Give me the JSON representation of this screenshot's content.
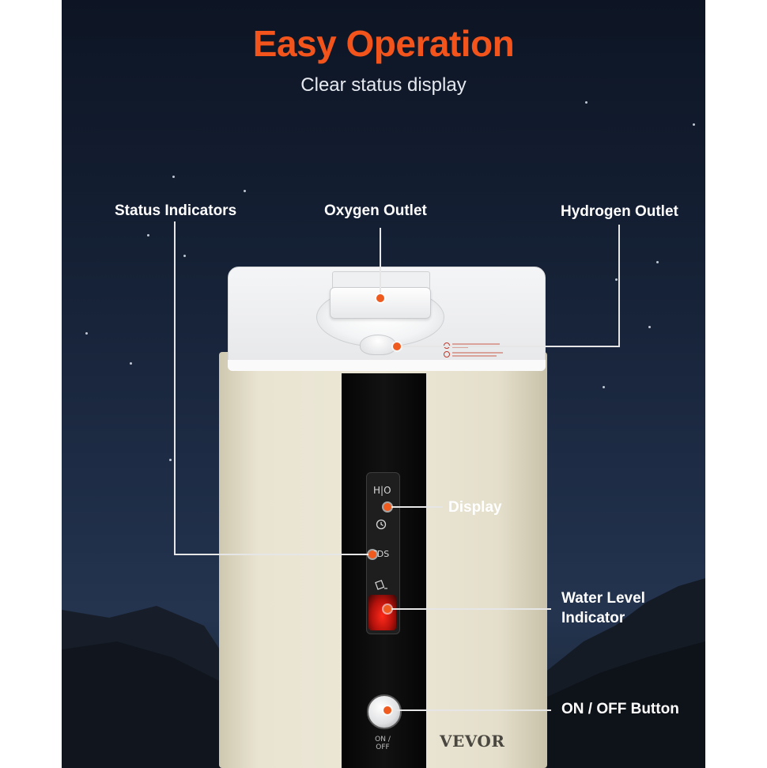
{
  "header": {
    "title": "Easy Operation",
    "subtitle": "Clear status display"
  },
  "callouts": {
    "status_indicators": "Status Indicators",
    "oxygen_outlet": "Oxygen Outlet",
    "hydrogen_outlet": "Hydrogen Outlet",
    "display": "Display",
    "water_level_line1": "Water Level",
    "water_level_line2": "Indicator",
    "on_off_button": "ON / OFF Button"
  },
  "device": {
    "display_mode": "H|O",
    "display_tds": "TDS",
    "power_label_line1": "ON /",
    "power_label_line2": "OFF",
    "brand": "VEVOR"
  },
  "colors": {
    "accent": "#f2541b",
    "callout_dot": "#ef5a1e",
    "background": "#141f33"
  }
}
